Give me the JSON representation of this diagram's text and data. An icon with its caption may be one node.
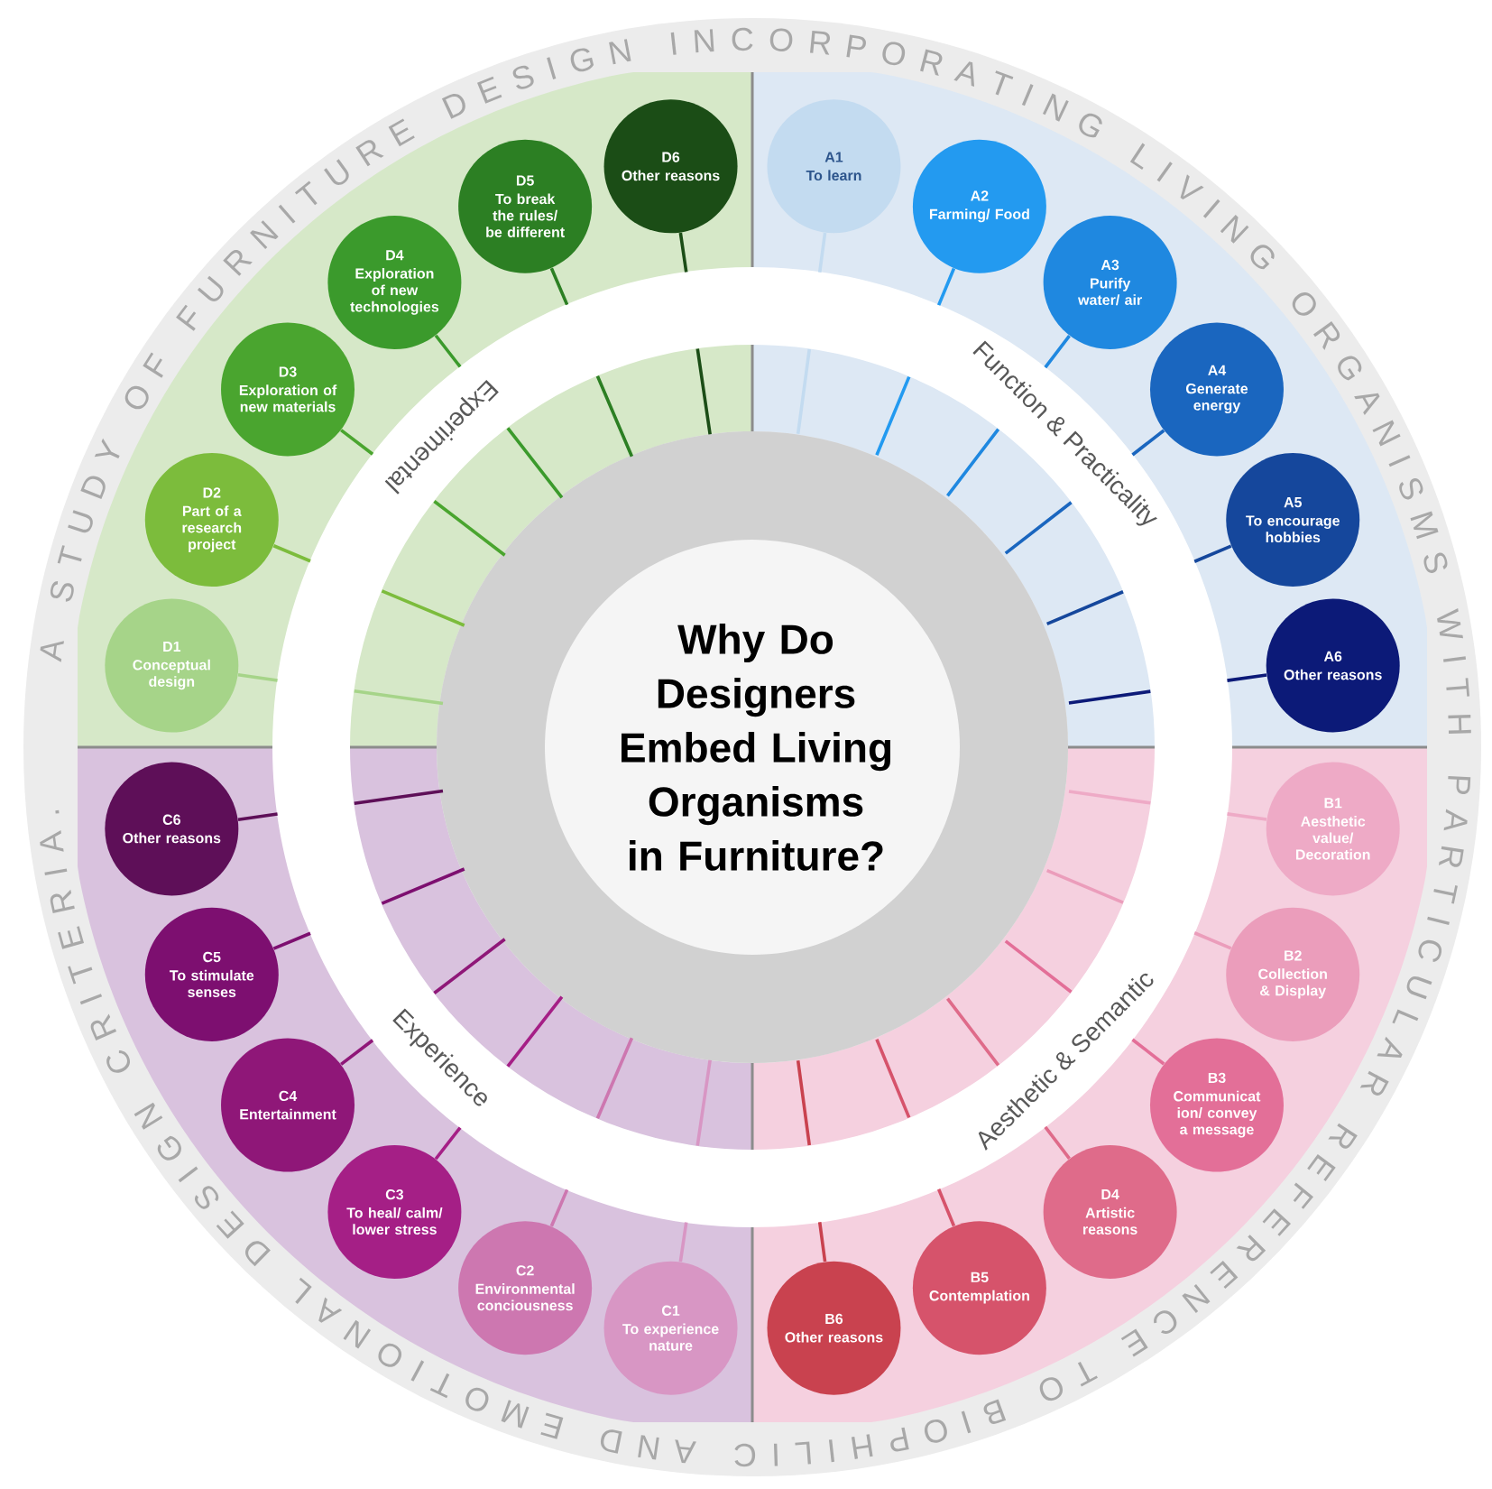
{
  "diagram": {
    "title": "A STUDY OF FURNITURE DESIGN INCORPORATING LIVING ORGANISMS WITH PARTICULAR REFERENCE TO BIOPHILIC AND EMOTIONAL DESIGN CRITERIA.",
    "nodes": [
      {
        "text": [
          "Why Do Designers Embed Living Organisms in Furniture?"
        ]
      },
      {
        "text": [
          "Function & Practicality"
        ]
      },
      {
        "text": [
          "A1",
          "To learn"
        ],
        "in": 1
      },
      {
        "text": [
          "A2",
          "Farming/ Food"
        ],
        "in": 1
      },
      {
        "text": [
          "A3",
          "Purify water/ air"
        ],
        "in": 1
      },
      {
        "text": [
          "A4",
          "Generate energy"
        ],
        "in": 1
      },
      {
        "text": [
          "A5",
          "To encourage hobbies"
        ],
        "in": 1
      },
      {
        "text": [
          "A6",
          "Other reasons"
        ],
        "in": 1
      },
      {
        "text": [
          "Aesthetic & Semantic"
        ]
      },
      {
        "text": [
          "B1",
          "Aesthetic value/ Decoration"
        ],
        "in": 8
      },
      {
        "text": [
          "B2",
          "Collection & Display"
        ],
        "in": 8
      },
      {
        "text": [
          "B3",
          "Communicat ion/ convey a message"
        ],
        "in": 8
      },
      {
        "text": [
          "D4",
          "Artistic reasons"
        ],
        "in": 8
      },
      {
        "text": [
          "B5",
          "Contemplation"
        ],
        "in": 8
      },
      {
        "text": [
          "B6",
          "Other reasons"
        ],
        "in": 8
      },
      {
        "text": [
          "Experience"
        ]
      },
      {
        "text": [
          "C1",
          "To experience nature"
        ],
        "in": 15
      },
      {
        "text": [
          "C2",
          "Environmental conciousness"
        ],
        "in": 15
      },
      {
        "text": [
          "C3",
          "To heal/ calm/ lower stress"
        ],
        "in": 15
      },
      {
        "text": [
          "C4",
          "Entertainment"
        ],
        "in": 15
      },
      {
        "text": [
          "C5",
          "To stimulate senses"
        ],
        "in": 15
      },
      {
        "text": [
          "C6",
          "Other reasons"
        ],
        "in": 15
      },
      {
        "text": [
          "Experimental"
        ]
      },
      {
        "text": [
          "D1",
          "Conceptual design"
        ],
        "in": 22
      },
      {
        "text": [
          "D2",
          "Part of a research project"
        ],
        "in": 22
      },
      {
        "text": [
          "D3",
          "Exploration of new materials"
        ],
        "in": 22
      },
      {
        "text": [
          "D4",
          "Exploration of new technologies"
        ],
        "in": 22
      },
      {
        "text": [
          "D5",
          "To break the rules/ be different"
        ],
        "in": 22
      },
      {
        "text": [
          "D6",
          "Other reasons"
        ],
        "in": 22
      }
    ],
    "edges": [
      {
        "from": 2,
        "to": 0,
        "arrow": "none",
        "color": "#c3dbf0"
      },
      {
        "from": 3,
        "to": 0,
        "arrow": "none",
        "color": "#239af0"
      },
      {
        "from": 4,
        "to": 0,
        "arrow": "none",
        "color": "#1f88e0"
      },
      {
        "from": 5,
        "to": 0,
        "arrow": "none",
        "color": "#1a66bf"
      },
      {
        "from": 6,
        "to": 0,
        "arrow": "none",
        "color": "#15479c"
      },
      {
        "from": 7,
        "to": 0,
        "arrow": "none",
        "color": "#0c1a78"
      },
      {
        "from": 9,
        "to": 0,
        "arrow": "none",
        "color": "#eeaac6"
      },
      {
        "from": 10,
        "to": 0,
        "arrow": "none",
        "color": "#eb9dbb"
      },
      {
        "from": 11,
        "to": 0,
        "arrow": "none",
        "color": "#e36f98"
      },
      {
        "from": 12,
        "to": 0,
        "arrow": "none",
        "color": "#df6b8a"
      },
      {
        "from": 13,
        "to": 0,
        "arrow": "none",
        "color": "#d6536b"
      },
      {
        "from": 14,
        "to": 0,
        "arrow": "none",
        "color": "#c9424f"
      },
      {
        "from": 16,
        "to": 0,
        "arrow": "none",
        "color": "#d896c4"
      },
      {
        "from": 17,
        "to": 0,
        "arrow": "none",
        "color": "#cd77b0"
      },
      {
        "from": 18,
        "to": 0,
        "arrow": "none",
        "color": "#a51f86"
      },
      {
        "from": 19,
        "to": 0,
        "arrow": "none",
        "color": "#8f1778"
      },
      {
        "from": 20,
        "to": 0,
        "arrow": "none",
        "color": "#7d0f70"
      },
      {
        "from": 21,
        "to": 0,
        "arrow": "none",
        "color": "#5e0f58"
      },
      {
        "from": 23,
        "to": 0,
        "arrow": "none",
        "color": "#a6d489"
      },
      {
        "from": 24,
        "to": 0,
        "arrow": "none",
        "color": "#7cbc3c"
      },
      {
        "from": 25,
        "to": 0,
        "arrow": "none",
        "color": "#4aa52f"
      },
      {
        "from": 26,
        "to": 0,
        "arrow": "none",
        "color": "#3b9a2c"
      },
      {
        "from": 27,
        "to": 0,
        "arrow": "none",
        "color": "#2c7f23"
      },
      {
        "from": 28,
        "to": 0,
        "arrow": "none",
        "color": "#1b4d16"
      }
    ]
  }
}
